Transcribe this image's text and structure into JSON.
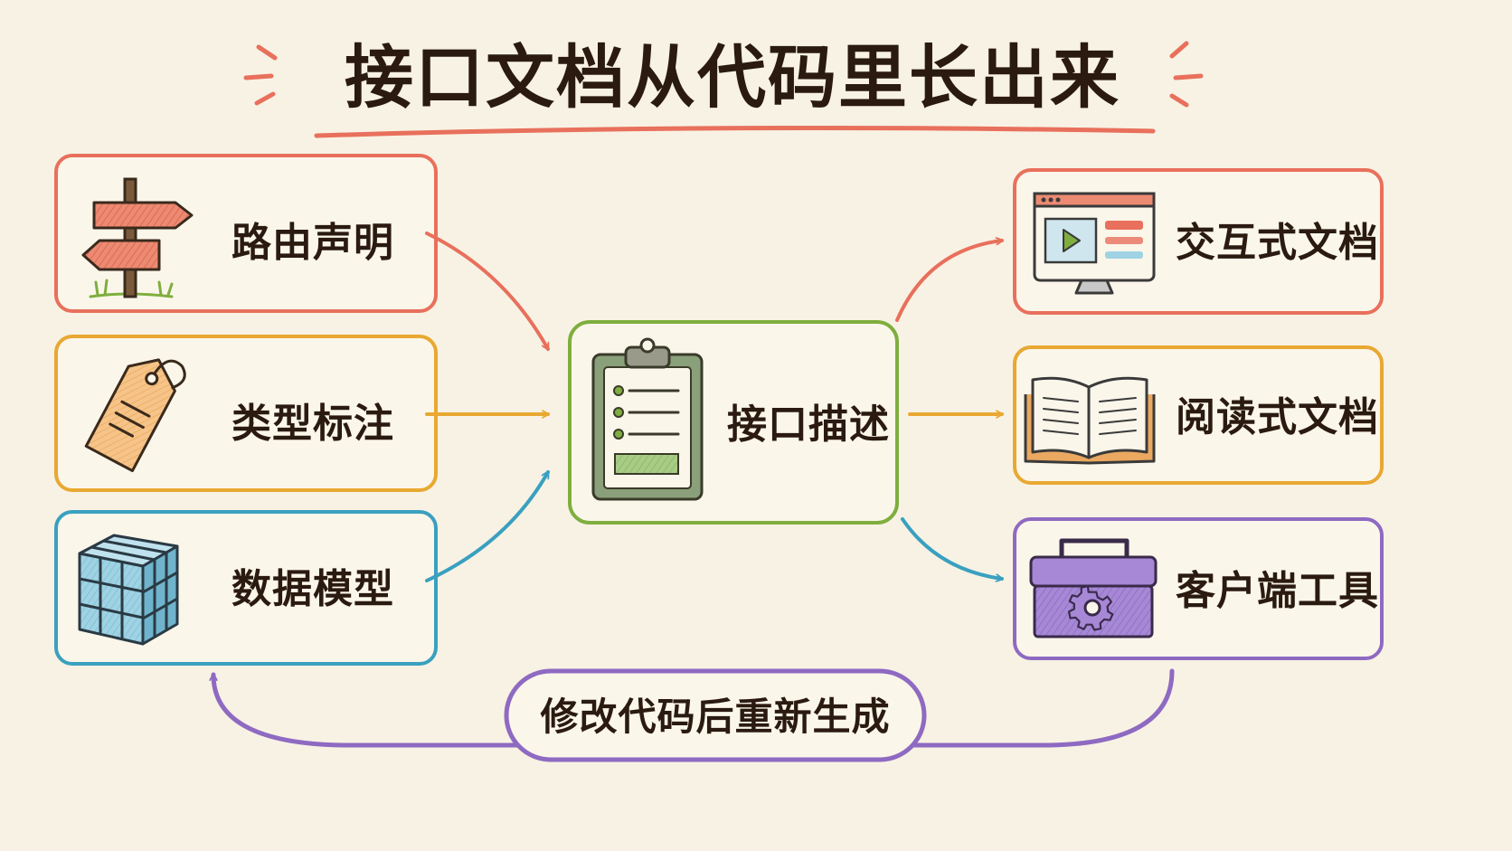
{
  "title": "接口文档从代码里长出来",
  "colors": {
    "background": "#f8f2e4",
    "red": "#e8705c",
    "orange": "#e8a832",
    "blue": "#3aa0c0",
    "green": "#7fae3e",
    "purple": "#8e6ac2",
    "text": "#2a1a10"
  },
  "inputs": [
    {
      "label": "路由声明",
      "icon": "signpost-icon",
      "color": "red"
    },
    {
      "label": "类型标注",
      "icon": "tag-icon",
      "color": "orange"
    },
    {
      "label": "数据模型",
      "icon": "cube-icon",
      "color": "blue"
    }
  ],
  "center": {
    "label": "接口描述",
    "icon": "clipboard-icon",
    "color": "green"
  },
  "outputs": [
    {
      "label": "交互式文档",
      "icon": "monitor-icon",
      "color": "red"
    },
    {
      "label": "阅读式文档",
      "icon": "book-icon",
      "color": "orange"
    },
    {
      "label": "客户端工具",
      "icon": "toolbox-icon",
      "color": "purple"
    }
  ],
  "loop": {
    "label": "修改代码后重新生成",
    "color": "purple"
  }
}
